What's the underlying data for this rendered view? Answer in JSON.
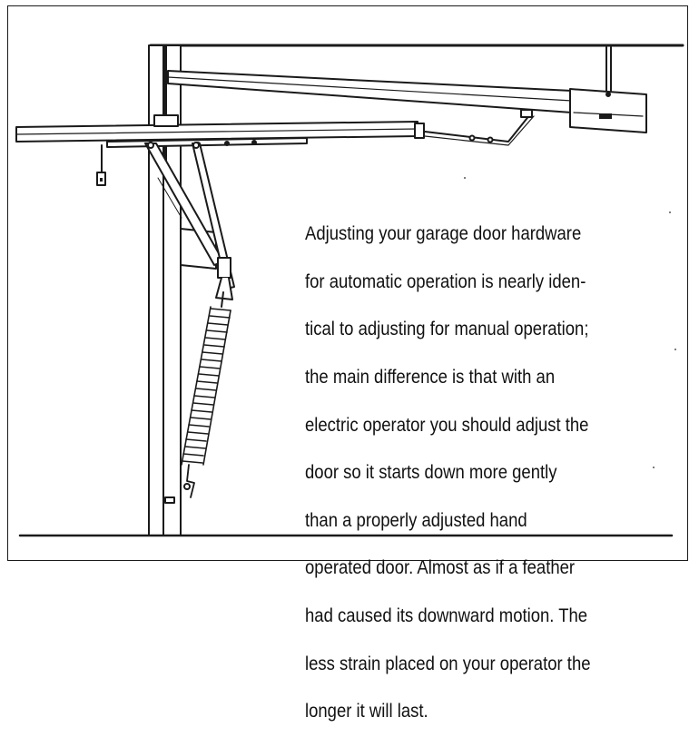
{
  "caption": {
    "lines": [
      "Adjusting your garage door hardware",
      "for automatic operation is nearly iden-",
      "tical to adjusting for manual operation;",
      "the main difference is that with an",
      "electric operator you should adjust the",
      "door so it starts down more gently",
      "than a properly adjusted hand",
      "operated door. Almost as if a feather",
      "had caused its downward motion. The",
      "less strain placed on your operator the",
      "longer it will last."
    ]
  },
  "colors": {
    "ink": "#1a1a1a",
    "background": "#ffffff"
  }
}
